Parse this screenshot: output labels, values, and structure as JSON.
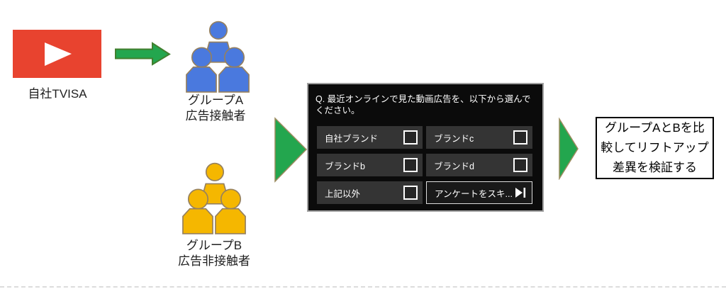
{
  "canvas": {
    "background": "#ffffff"
  },
  "flow": {
    "source": {
      "label": "自社TVISA",
      "icon": "youtube-play",
      "color": "#e8432f"
    },
    "arrow_color": "#23a64e",
    "groups": [
      {
        "name": "グループA",
        "desc": "広告接触者",
        "color": "#4a79de"
      },
      {
        "name": "グループB",
        "desc": "広告非接触者",
        "color": "#f5b700"
      }
    ],
    "result": {
      "text": "グループAとBを比較してリフトアップ差異を検証する"
    }
  },
  "survey": {
    "question": "Q. 最近オンラインで見た動画広告を、以下から選んでください。",
    "options": [
      {
        "label": "自社ブランド",
        "checked": false
      },
      {
        "label": "ブランドc",
        "checked": false
      },
      {
        "label": "ブランドb",
        "checked": false
      },
      {
        "label": "ブランドd",
        "checked": false
      },
      {
        "label": "上記以外",
        "checked": false
      }
    ],
    "skip_button": {
      "label": "アンケートをスキ...",
      "icon": "skip-forward"
    },
    "panel_bg": "#0b0b0b",
    "option_bg": "#343434",
    "text_color": "#ffffff"
  }
}
